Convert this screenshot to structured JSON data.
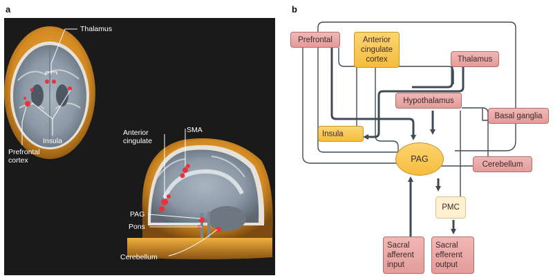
{
  "panels": {
    "a": "a",
    "b": "b"
  },
  "panel_a": {
    "labels": {
      "thalamus": "Thalamus",
      "insula": "Insula",
      "prefrontal_cortex": "Prefrontal\ncortex",
      "anterior_cingulate": "Anterior\ncingulate",
      "sma": "SMA",
      "pag": "PAG",
      "pons": "Pons",
      "cerebellum": "Cerebellum"
    },
    "colors": {
      "background": "#1b1a1a",
      "activation": "#e8323c",
      "skull": "#d9942a",
      "label_lines": "#ffffff"
    }
  },
  "panel_b": {
    "nodes": {
      "prefrontal": "Prefrontal",
      "anterior_cingulate_cortex": "Anterior\ncingulate\ncortex",
      "thalamus": "Thalamus",
      "hypothalamus": "Hypothalamus",
      "basal_ganglia": "Basal ganglia",
      "insula": "Insula",
      "pag": "PAG",
      "cerebellum": "Cerebellum",
      "pmc": "PMC",
      "sacral_afferent_input": "Sacral\nafferent\ninput",
      "sacral_efferent_output": "Sacral\nefferent\noutput"
    },
    "colors": {
      "red_node": "#e8a3a1",
      "yellow_node": "#f7c548",
      "pale_node": "#fff1cf",
      "connector": "#3f4a55"
    }
  }
}
